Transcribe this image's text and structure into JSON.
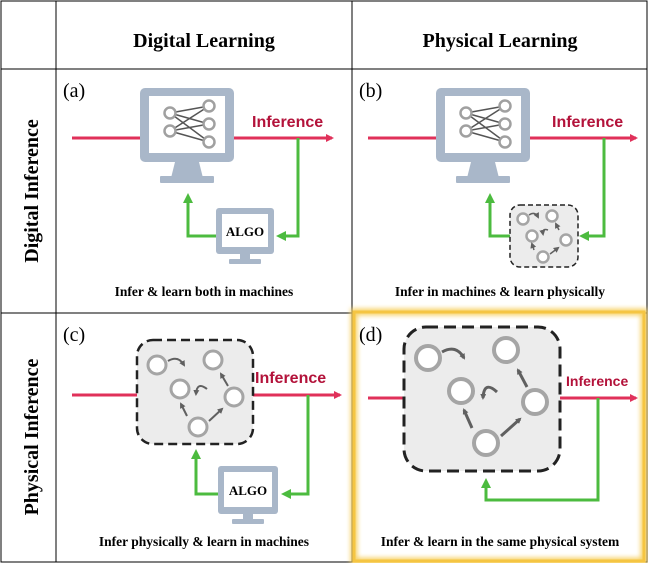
{
  "columns": {
    "digital_learning": "Digital Learning",
    "physical_learning": "Physical Learning"
  },
  "rows": {
    "digital_inference": "Digital Inference",
    "physical_inference": "Physical Inference"
  },
  "panels": {
    "a": {
      "tag": "(a)",
      "inference": "Inference",
      "algo": "ALGO",
      "caption": "Infer & learn both in machines"
    },
    "b": {
      "tag": "(b)",
      "inference": "Inference",
      "caption": "Infer in machines & learn physically"
    },
    "c": {
      "tag": "(c)",
      "inference": "Inference",
      "algo": "ALGO",
      "caption": "Infer physically & learn in machines"
    },
    "d": {
      "tag": "(d)",
      "inference": "Inference",
      "caption": "Infer & learn in the same physical system"
    }
  },
  "colors": {
    "arrow_red": "#e0315a",
    "inference_text": "#b3123a",
    "feedback_green": "#4cbb3f",
    "monitor": "#a9b7c9",
    "node": "#a5a5a5",
    "highlight": "#f7d36a"
  },
  "icons": [
    "monitor-icon",
    "neural-network-icon",
    "physical-system-icon",
    "arrow-icon"
  ]
}
